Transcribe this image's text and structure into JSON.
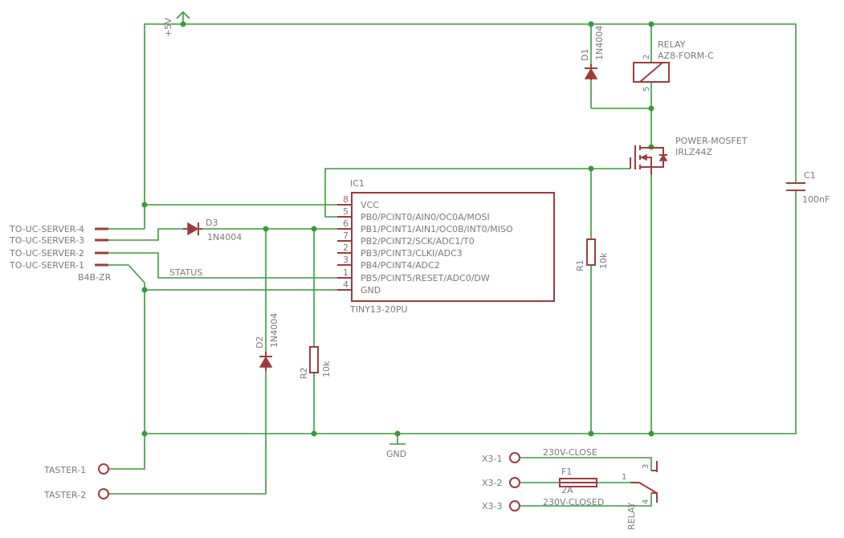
{
  "nets": {
    "supply": "+5V",
    "ground": "GND",
    "status": "STATUS"
  },
  "ic1": {
    "name": "IC1",
    "value": "TINY13-20PU",
    "pins": [
      {
        "num": "8",
        "label": "VCC"
      },
      {
        "num": "5",
        "label": "PB0/PCINT0/AIN0/OC0A/MOSI"
      },
      {
        "num": "6",
        "label": "PB1/PCINT1/AIN1/OC0B/INT0/MISO"
      },
      {
        "num": "7",
        "label": "PB2/PCINT2/SCK/ADC1/T0"
      },
      {
        "num": "2",
        "label": "PB3/PCINT3/CLKI/ADC3"
      },
      {
        "num": "3",
        "label": "PB4/PCINT4/ADC2"
      },
      {
        "num": "1",
        "label": "PB5/PCINT5/RESET/ADC0/DW"
      },
      {
        "num": "4",
        "label": "GND"
      }
    ]
  },
  "connector": {
    "value": "B4B-ZR",
    "pins": [
      "TO-UC-SERVER-4",
      "TO-UC-SERVER-3",
      "TO-UC-SERVER-2",
      "TO-UC-SERVER-1"
    ]
  },
  "d1": {
    "name": "D1",
    "value": "1N4004"
  },
  "d2": {
    "name": "D2",
    "value": "1N4004"
  },
  "d3": {
    "name": "D3",
    "value": "1N4004"
  },
  "r1": {
    "name": "R1",
    "value": "10k"
  },
  "r2": {
    "name": "R2",
    "value": "10k"
  },
  "c1": {
    "name": "C1",
    "value": "100nF"
  },
  "relay": {
    "name": "RELAY",
    "value": "AZ8-FORM-C",
    "coil_pin_top": "2",
    "coil_pin_bottom": "5",
    "switch_pins": [
      "1",
      "3",
      "4"
    ],
    "switch_label": "RELAY"
  },
  "mosfet": {
    "name": "POWER-MOSFET",
    "value": "IRLZ44Z"
  },
  "fuse": {
    "name": "F1",
    "value": "2A"
  },
  "taster": [
    "TASTER-1",
    "TASTER-2"
  ],
  "x3": {
    "pins": [
      "X3-1",
      "X3-2",
      "X3-3"
    ],
    "net_close": "230V-CLOSE",
    "net_closed": "230V-CLOSED"
  }
}
